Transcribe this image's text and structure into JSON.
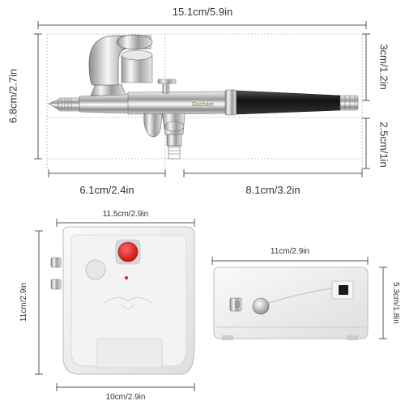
{
  "airbrush": {
    "overall_length": "15.1cm/5.9in",
    "height": "6.8cm/2.7in",
    "cup_height": "3cm/1.2in",
    "trigger_height": "2.5cm/1in",
    "front_length": "6.1cm/2.4in",
    "rear_length": "8.1cm/3.2in",
    "brand_text": "Gocheer"
  },
  "compressor_front": {
    "width": "11.5cm/2.9in",
    "height": "11cm/2.9in",
    "bottom_width": "10cm/2.9in"
  },
  "compressor_side": {
    "width": "11cm/2.9in",
    "height": "5.3cm/1.8in"
  },
  "colors": {
    "line": "#555555",
    "chrome": "#c8c8c8",
    "grip": "#222222",
    "compressor_body": "#eeeeee",
    "power_button": "#e01e1e"
  }
}
